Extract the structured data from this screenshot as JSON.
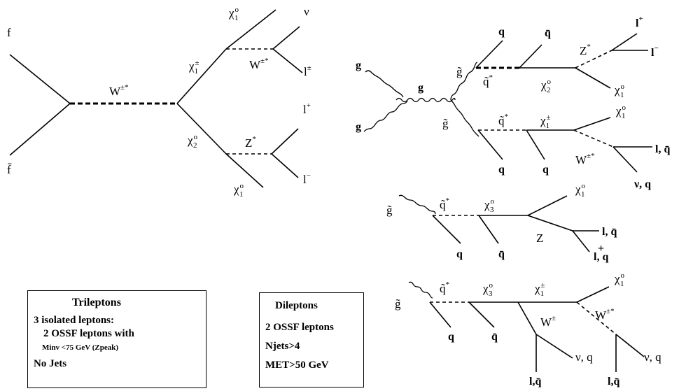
{
  "left_diagram": {
    "f_top": "f",
    "f_bottom": "f̄",
    "w_boson": "W",
    "w_sup": "±*",
    "chi1_0": "χ",
    "chi1_pm": "χ",
    "chi2_0": "χ",
    "chi1_0_b": "χ",
    "w_decay": "W",
    "w_decay_sup": "±*",
    "nu": "ν",
    "l_pm": "l",
    "l_pm_sup": "±",
    "z_boson": "Z",
    "z_sup": "*",
    "l_plus": "l",
    "l_plus_sup": "+",
    "l_minus": "l",
    "l_minus_sup": "−"
  },
  "gluino_diagram": {
    "g1": "g",
    "g2": "g",
    "g_mid": "g",
    "gluino_top": "g̃",
    "gluino_bottom": "g̃",
    "q_top": "q",
    "qbar_top": "q̄",
    "squark_top": "q̃",
    "squark_top_sup": "*",
    "chi2": "χ",
    "z_top": "Z",
    "z_top_sup": "*",
    "l_plus": "l",
    "l_plus_sup": "+",
    "l_minus": "l",
    "l_minus_sup": "−",
    "chi1_0_top": "χ",
    "squark_bottom": "q̃",
    "squark_bottom_sup": "*",
    "chi1_pm": "χ",
    "chi1_0_bottom": "χ",
    "w_bottom": "W",
    "w_bottom_sup": "±*",
    "l_qbar": "l",
    "l_qbar_tail": ", q̄",
    "nu_q": "ν, q",
    "q_a": "q",
    "q_b": "q"
  },
  "chi3_z_diagram": {
    "gluino": "g̃",
    "squark": "q̃",
    "squark_sup": "*",
    "chi3": "χ",
    "chi1_0": "χ",
    "z": "Z",
    "l_qbar": "l, q̄",
    "l_q": "l, q",
    "l_q_sup": "+",
    "q": "q",
    "qbar": "q̄"
  },
  "chi3_w_diagram": {
    "gluino": "g̃",
    "squark": "q̃",
    "squark_sup": "*",
    "chi3": "χ",
    "chi1_pm": "χ",
    "chi1_0": "χ",
    "w_mid": "W",
    "w_mid_sup": "±",
    "w_right": "W",
    "w_right_sup": "±*",
    "q": "q",
    "qbar": "q̄",
    "nu_q_1": "ν, q",
    "nu_q_2": "ν, q",
    "l_qbar_1": "l,q̄",
    "l_qbar_2": "l,q̄"
  },
  "trileptons_box": {
    "title": "Trileptons",
    "line1": "3 isolated leptons:",
    "line2": "2 OSSF leptons with",
    "line3": "Minv <75 GeV (Zpeak)",
    "line4": "No Jets"
  },
  "dileptons_box": {
    "title": "Dileptons",
    "line1": "2 OSSF leptons",
    "line2": "Njets>4",
    "line3": "MET>50 GeV"
  }
}
